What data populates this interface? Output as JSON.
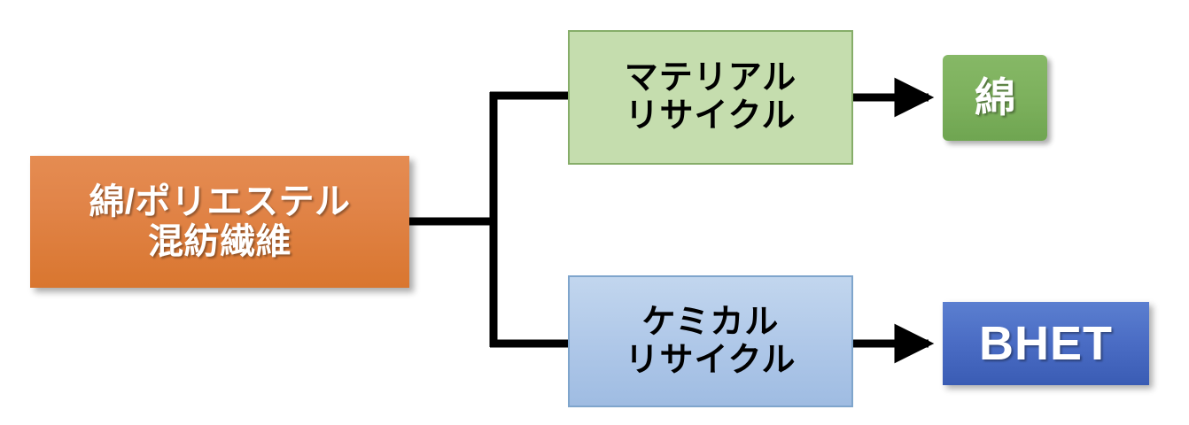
{
  "diagram": {
    "type": "flowchart",
    "title_visible": false,
    "orientation": "left-to-right",
    "background_color": "#FFFFFF",
    "nodes": {
      "source": {
        "id": "blended-fiber",
        "label": "綿/ポリエステル\n混紡繊維",
        "line1": "綿/ポリエステル",
        "line2": "混紡繊維",
        "fill_color": "#E08148",
        "text_color": "#FFFFFF",
        "shape": "rectangle"
      },
      "material_recycling": {
        "id": "material-recycling",
        "label": "マテリアル\nリサイクル",
        "line1": "マテリアル",
        "line2": "リサイクル",
        "fill_color": "#C5DDAE",
        "border_color": "#86AD69",
        "text_color": "#000000",
        "shape": "rectangle"
      },
      "chemical_recycling": {
        "id": "chemical-recycling",
        "label": "ケミカル\nリサイクル",
        "line1": "ケミカル",
        "line2": "リサイクル",
        "fill_color": "#AEC7E8",
        "border_color": "#7FA5CC",
        "text_color": "#000000",
        "shape": "rectangle"
      },
      "cotton_product": {
        "id": "cotton",
        "label": "綿",
        "fill_color": "#7CB05C",
        "text_color": "#FFFFFF",
        "shape": "rounded-rectangle"
      },
      "bhet_product": {
        "id": "bhet",
        "label": "BHET",
        "fill_color": "#4A6CC4",
        "text_color": "#FFFFFF",
        "shape": "rectangle"
      }
    },
    "edges": [
      {
        "id": "edge-source-branch",
        "from": "blended-fiber",
        "to": "branch-point",
        "style": "plain-line",
        "color": "#000000"
      },
      {
        "id": "edge-branch-material",
        "from": "branch-point",
        "to": "material-recycling",
        "style": "elbow-line",
        "color": "#000000"
      },
      {
        "id": "edge-branch-chemical",
        "from": "branch-point",
        "to": "chemical-recycling",
        "style": "elbow-line",
        "color": "#000000"
      },
      {
        "id": "edge-material-cotton",
        "from": "material-recycling",
        "to": "cotton",
        "style": "arrow",
        "color": "#000000"
      },
      {
        "id": "edge-chemical-bhet",
        "from": "chemical-recycling",
        "to": "bhet",
        "style": "arrow",
        "color": "#000000"
      }
    ]
  }
}
